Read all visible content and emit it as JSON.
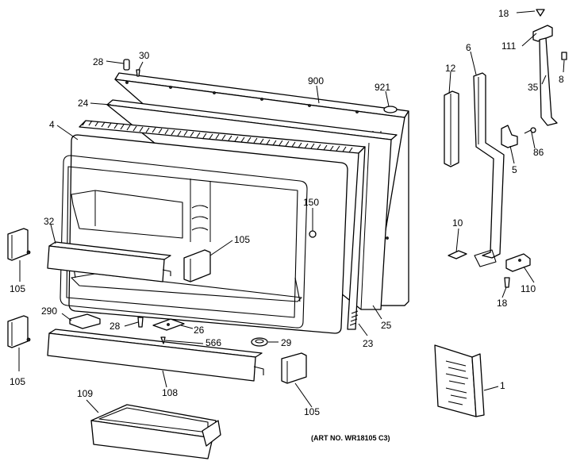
{
  "diagram": {
    "art_number": "(ART NO. WR18105 C3)",
    "labels": {
      "p18a": "18",
      "p111": "111",
      "p8": "8",
      "p35": "35",
      "p6": "6",
      "p12": "12",
      "p86": "86",
      "p5": "5",
      "p10": "10",
      "p110": "110",
      "p18b": "18",
      "p28a": "28",
      "p30": "30",
      "p900": "900",
      "p921": "921",
      "p24": "24",
      "p4": "4",
      "p150": "150",
      "p32": "32",
      "p105a": "105",
      "p105b": "105",
      "p290": "290",
      "p28b": "28",
      "p26": "26",
      "p566": "566",
      "p29": "29",
      "p23": "23",
      "p25": "25",
      "p105c": "105",
      "p105d": "105",
      "p108": "108",
      "p109": "109",
      "p1": "1"
    }
  }
}
